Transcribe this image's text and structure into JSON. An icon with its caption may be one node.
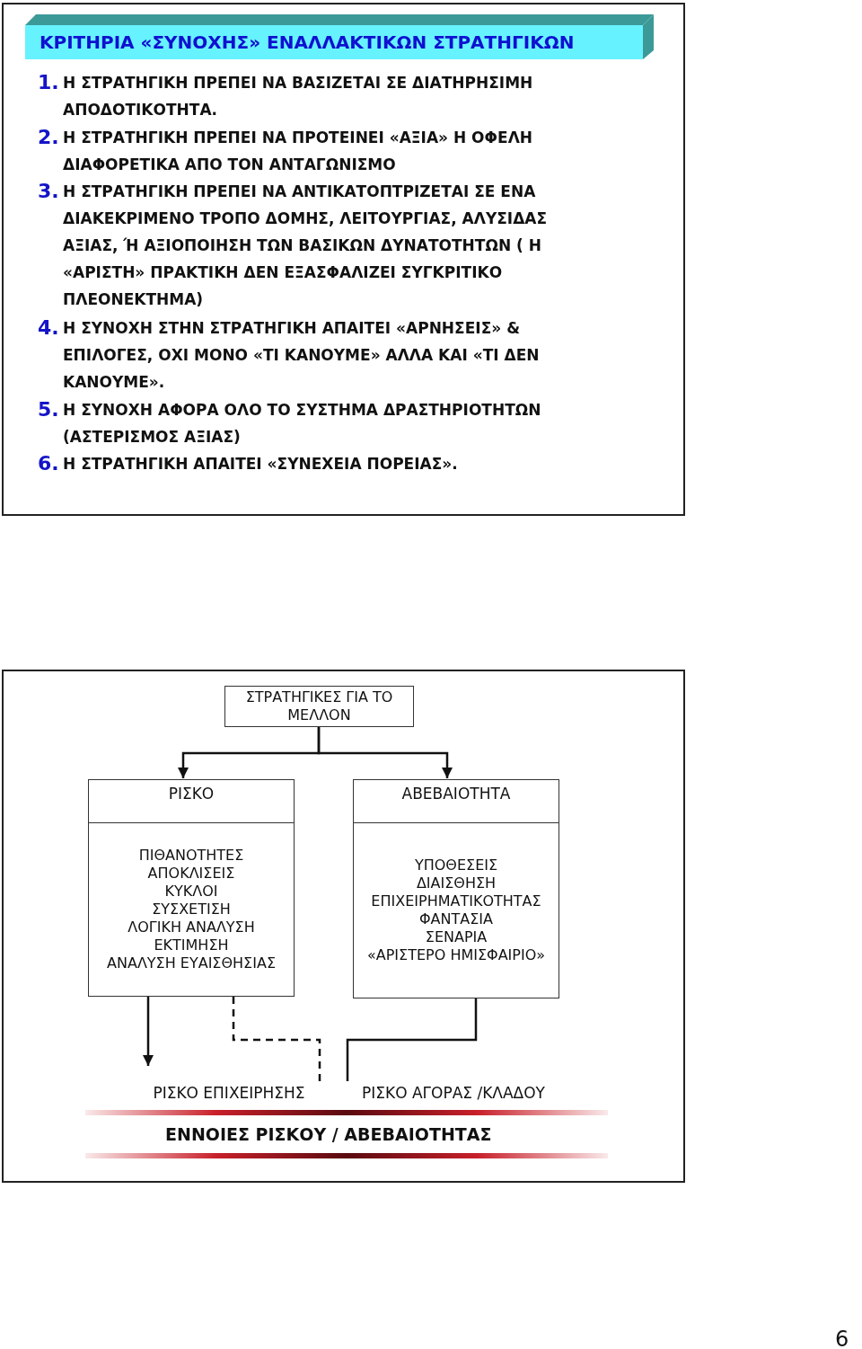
{
  "diagram": {
    "title": "ΚΡΙΤΗΡΙΑ «ΣΥΝΟΧΗΣ» ΕΝΑΛΛΑΚΤΙΚΩΝ ΣΤΡΑΤΗΓΙΚΩΝ",
    "caption": "ΕΝΝΟΙΕΣ ΡΙΣΚΟΥ / ΑΒΕΒΑΙΟΤΗΤΑΣ",
    "nodes": [
      {
        "text": [
          "ΣΤΡΑΤΗΓΙΚΕΣ ΓΙΑ ΤΟ ΜΕΛΛΟΝ"
        ]
      },
      {
        "text": [
          "ΡΙΣΚΟ",
          "ΠΙΘΑΝΟΤΗΤΕΣ",
          "ΑΠΟΚΛΙΣΕΙΣ",
          "ΚΥΚΛΟΙ",
          "ΣΥΣΧΕΤΙΣΗ",
          "ΛΟΓΙΚΗ ΑΝΑΛΥΣΗ",
          "ΕΚΤΙΜΗΣΗ",
          "ΑΝΑΛΥΣΗ ΕΥΑΙΣΘΗΣΙΑΣ"
        ]
      },
      {
        "text": [
          "ΑΒΕΒΑΙΟΤΗΤΑ",
          "ΥΠΟΘΕΣΕΙΣ",
          "ΔΙΑΙΣΘΗΣΗ ΕΠΙΧΕΙΡΗΜΑΤΙΚΟΤΗΤΑΣ",
          "ΦΑΝΤΑΣΙΑ",
          "ΣΕΝΑΡΙΑ",
          "«ΑΡΙΣΤΕΡΟ ΗΜΙΣΦΑΙΡΙΟ»"
        ]
      },
      {
        "text": [
          "ΡΙΣΚΟ ΕΠΙΧΕΙΡΗΣΗΣ"
        ]
      },
      {
        "text": [
          "ΡΙΣΚΟ ΑΓΟΡΑΣ /ΚΛΑΔΟΥ"
        ]
      }
    ],
    "edges": [
      {
        "from": 0,
        "to": 1,
        "arrow": "to"
      },
      {
        "from": 0,
        "to": 2,
        "arrow": "to"
      },
      {
        "from": 1,
        "to": 3,
        "arrow": "to"
      },
      {
        "from": 1,
        "to": 3,
        "arrow": "none",
        "style": "dashed"
      },
      {
        "from": 2,
        "to": 4,
        "arrow": "none"
      }
    ],
    "labels": [
      "1.",
      "Η ΣΤΡΑΤΗΓΙΚΗ ΠΡΕΠΕΙ ΝΑ ΒΑΣΙΖΕΤΑΙ ΣΕ ΔΙΑΤΗΡΗΣΙΜΗ ΑΠΟΔΟΤΙΚΟΤΗΤΑ.",
      "2.",
      "Η ΣΤΡΑΤΗΓΙΚΗ ΠΡΕΠΕΙ ΝΑ ΠΡΟΤΕΙΝΕΙ «ΑΞΙΑ» Η ΟΦΕΛΗ ΔΙΑΦΟΡΕΤΙΚΑ ΑΠΟ ΤΟΝ ΑΝΤΑΓΩΝΙΣΜΟ",
      "3.",
      "Η ΣΤΡΑΤΗΓΙΚΗ ΠΡΕΠΕΙ ΝΑ ΑΝΤΙΚΑΤΟΠΤΡΙΖΕΤΑΙ ΣΕ ΕΝΑ ΔΙΑΚΕΚΡΙΜΕΝΟ ΤΡΟΠΟ ΔΟΜΗΣ, ΛΕΙΤΟΥΡΓΙΑΣ, ΑΛΥΣΙΔΑΣ ΑΞΙΑΣ, Ή ΑΞΙΟΠΟΙΗΣΗ ΤΩΝ ΒΑΣΙΚΩΝ ΔΥΝΑΤΟΤΗΤΩΝ ( Η «ΑΡΙΣΤΗ» ΠΡΑΚΤΙΚΗ ΔΕΝ ΕΞΑΣΦΑΛΙΖΕΙ ΣΥΓΚΡΙΤΙΚΟ ΠΛΕΟΝΕΚΤΗΜΑ)",
      "4.",
      "Η ΣΥΝΟΧΗ ΣΤΗΝ ΣΤΡΑΤΗΓΙΚΗ ΑΠΑΙΤΕΙ «ΑΡΝΗΣΕΙΣ» & ΕΠΙΛΟΓΕΣ, ΟΧΙ ΜΟΝΟ «ΤΙ ΚΑΝΟΥΜΕ» ΑΛΛΑ ΚΑΙ «ΤΙ ΔΕΝ ΚΑΝΟΥΜΕ».",
      "5.",
      "Η ΣΥΝΟΧΗ ΑΦΟΡΑ ΟΛΟ ΤΟ ΣΥΣΤΗΜΑ ΔΡΑΣΤΗΡΙΟΤΗΤΩΝ (ΑΣΤΕΡΙΣΜΟΣ ΑΞΙΑΣ)",
      "6.",
      "Η ΣΤΡΑΤΗΓΙΚΗ ΑΠΑΙΤΕΙ «ΣΥΝΕΧΕΙΑ ΠΟΡΕΙΑΣ».",
      "6"
    ]
  }
}
